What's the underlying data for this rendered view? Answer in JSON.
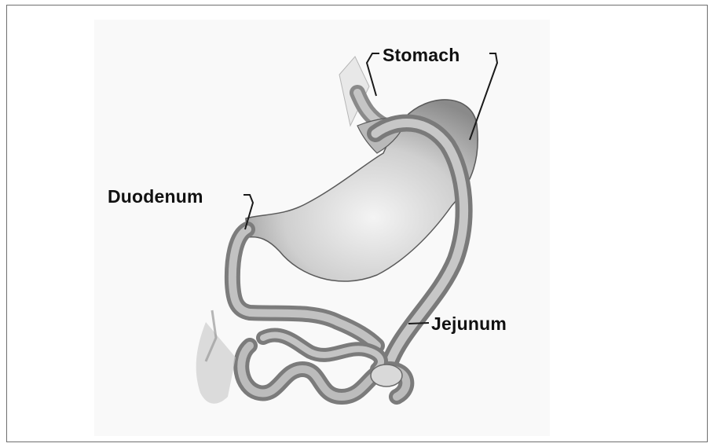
{
  "labels": {
    "stomach": "Stomach",
    "duodenum": "Duodenum",
    "jejunum": "Jejunum"
  },
  "colors": {
    "border": "#6f6f6f",
    "organ_fill": "#c9c9c9",
    "organ_shadow": "#8f8f8f",
    "outline": "#4a4a4a",
    "label_text": "#111111"
  }
}
